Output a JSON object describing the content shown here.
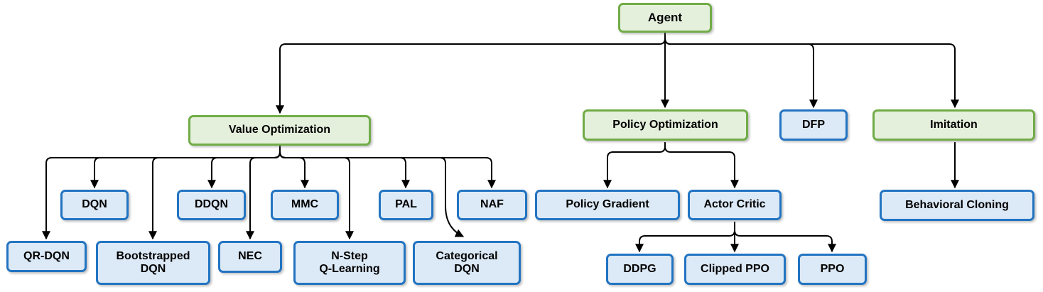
{
  "diagram": {
    "colors": {
      "green_fill": "#E5F0DC",
      "green_border": "#71AC47",
      "blue_fill": "#DCE9F6",
      "blue_border": "#2274C2",
      "connector": "#000000",
      "text": "#000000",
      "background": "#ffffff"
    },
    "nodes": {
      "agent": {
        "label": "Agent",
        "type": "green"
      },
      "value_optimization": {
        "label": "Value Optimization",
        "type": "green"
      },
      "policy_optimization": {
        "label": "Policy Optimization",
        "type": "green"
      },
      "dfp": {
        "label": "DFP",
        "type": "blue"
      },
      "imitation": {
        "label": "Imitation",
        "type": "green"
      },
      "dqn": {
        "label": "DQN",
        "type": "blue"
      },
      "ddqn": {
        "label": "DDQN",
        "type": "blue"
      },
      "mmc": {
        "label": "MMC",
        "type": "blue"
      },
      "pal": {
        "label": "PAL",
        "type": "blue"
      },
      "naf": {
        "label": "NAF",
        "type": "blue"
      },
      "qr_dqn": {
        "label": "QR-DQN",
        "type": "blue"
      },
      "bootstrapped_dqn": {
        "label": "Bootstrapped\nDQN",
        "type": "blue"
      },
      "nec": {
        "label": "NEC",
        "type": "blue"
      },
      "n_step_q_learning": {
        "label": "N-Step\nQ-Learning",
        "type": "blue"
      },
      "categorical_dqn": {
        "label": "Categorical\nDQN",
        "type": "blue"
      },
      "policy_gradient": {
        "label": "Policy Gradient",
        "type": "blue"
      },
      "actor_critic": {
        "label": "Actor Critic",
        "type": "blue"
      },
      "ddpg": {
        "label": "DDPG",
        "type": "blue"
      },
      "clipped_ppo": {
        "label": "Clipped PPO",
        "type": "blue"
      },
      "ppo": {
        "label": "PPO",
        "type": "blue"
      },
      "behavioral_cloning": {
        "label": "Behavioral Cloning",
        "type": "blue"
      }
    },
    "edges": [
      {
        "from": "agent",
        "to": "value_optimization"
      },
      {
        "from": "agent",
        "to": "policy_optimization"
      },
      {
        "from": "agent",
        "to": "dfp"
      },
      {
        "from": "agent",
        "to": "imitation"
      },
      {
        "from": "value_optimization",
        "to": "qr_dqn"
      },
      {
        "from": "value_optimization",
        "to": "dqn"
      },
      {
        "from": "value_optimization",
        "to": "bootstrapped_dqn"
      },
      {
        "from": "value_optimization",
        "to": "ddqn"
      },
      {
        "from": "value_optimization",
        "to": "nec"
      },
      {
        "from": "value_optimization",
        "to": "mmc"
      },
      {
        "from": "value_optimization",
        "to": "n_step_q_learning"
      },
      {
        "from": "value_optimization",
        "to": "pal"
      },
      {
        "from": "value_optimization",
        "to": "categorical_dqn"
      },
      {
        "from": "value_optimization",
        "to": "naf"
      },
      {
        "from": "policy_optimization",
        "to": "policy_gradient"
      },
      {
        "from": "policy_optimization",
        "to": "actor_critic"
      },
      {
        "from": "actor_critic",
        "to": "ddpg"
      },
      {
        "from": "actor_critic",
        "to": "clipped_ppo"
      },
      {
        "from": "actor_critic",
        "to": "ppo"
      },
      {
        "from": "imitation",
        "to": "behavioral_cloning"
      }
    ]
  }
}
